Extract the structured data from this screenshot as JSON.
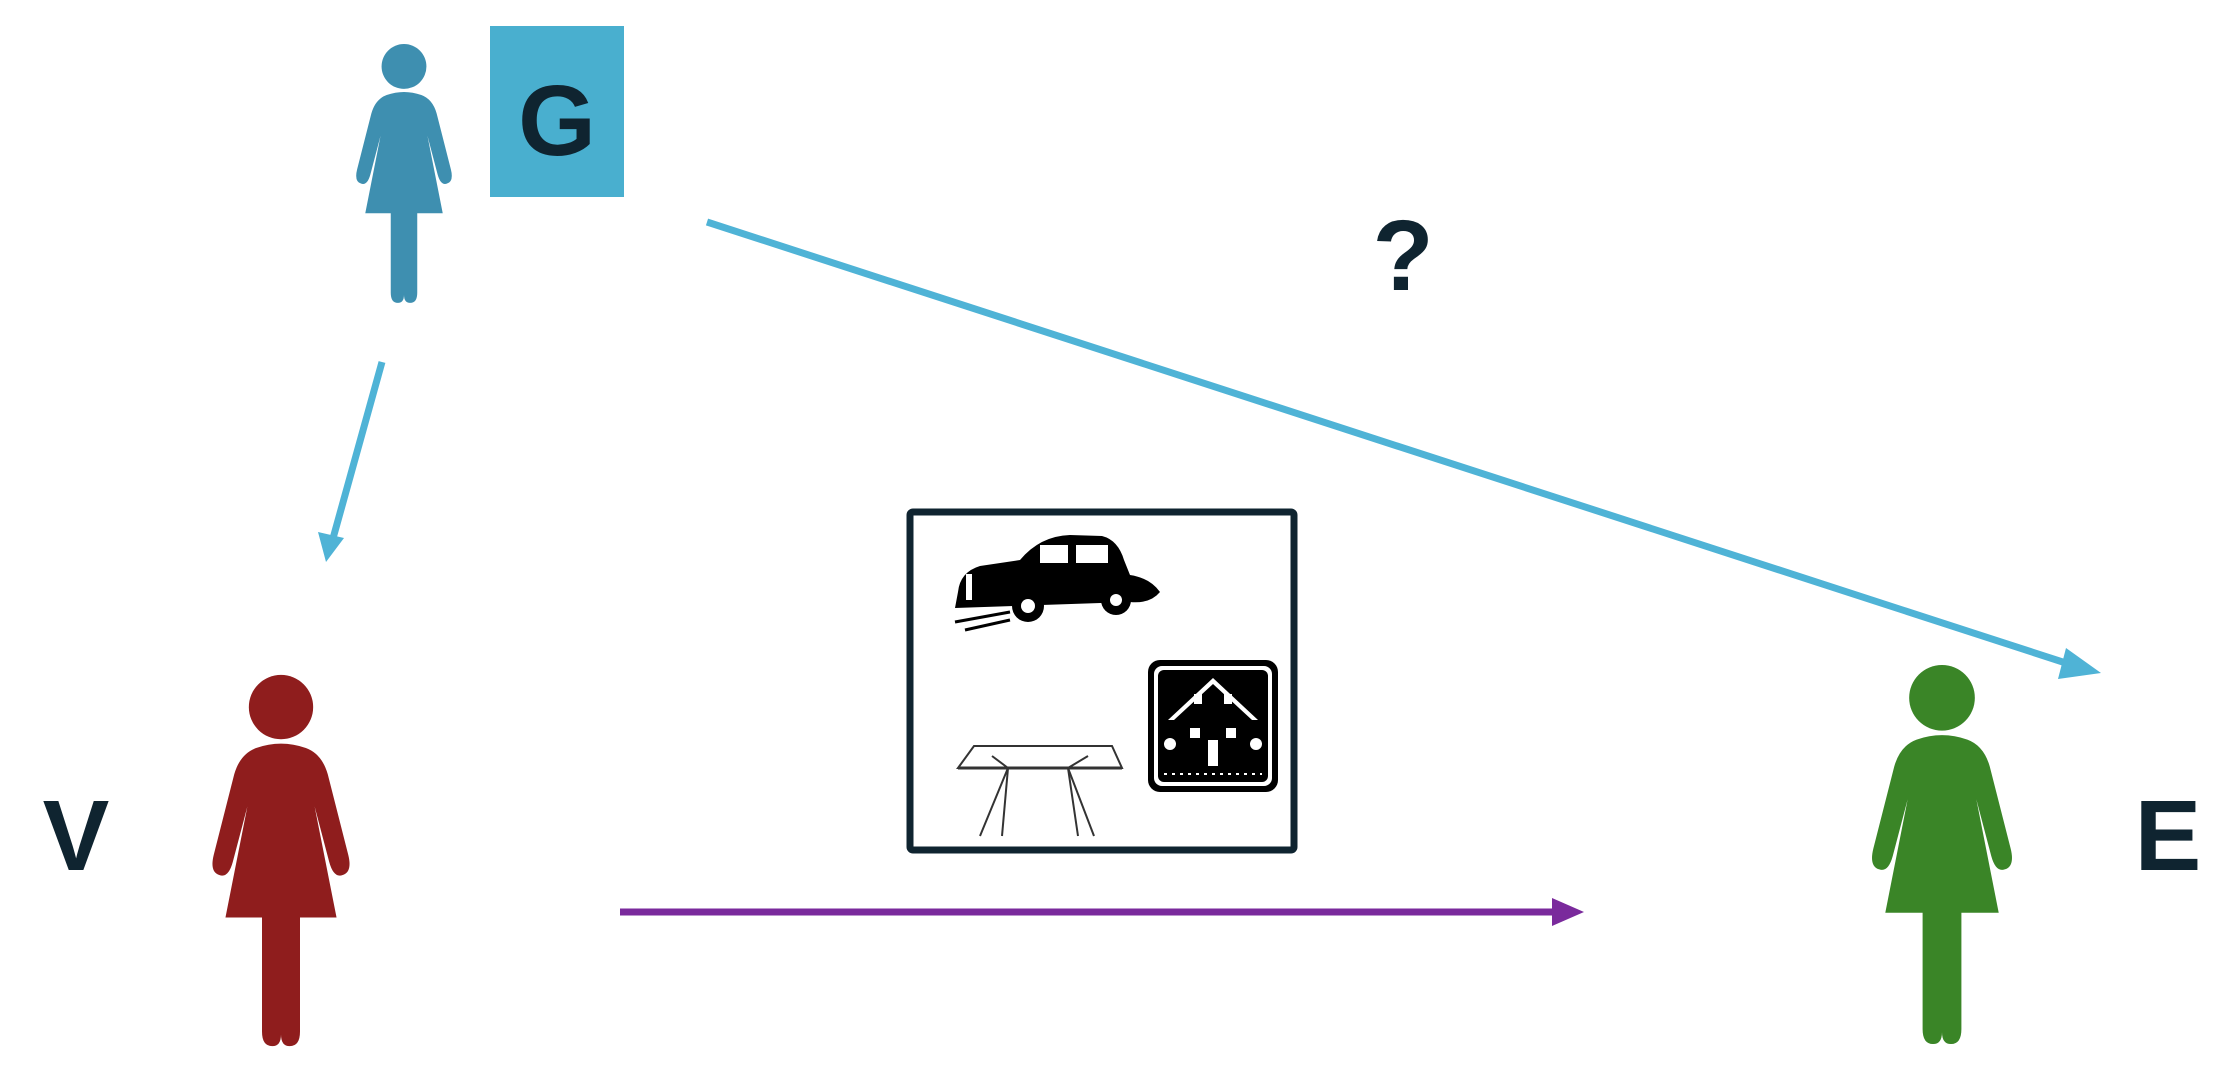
{
  "diagram": {
    "colors": {
      "background": "#ffffff",
      "grandparent": "#3e8fb0",
      "grandparent_badge": "#49afcf",
      "arrow_blue": "#4fb3d6",
      "victim": "#8f1d1d",
      "heir": "#3a8527",
      "arrow_purple": "#7a2a9c",
      "text_dark": "#0f2430",
      "badge_text": "#0f2430",
      "assets_frame": "#0f2430"
    },
    "labels": {
      "grandparent_badge": "G",
      "question": "?",
      "victim": "V",
      "heir": "E"
    },
    "figures": {
      "grandparent": {
        "icon": "person-icon"
      },
      "victim": {
        "icon": "person-icon"
      },
      "heir": {
        "icon": "person-icon"
      }
    },
    "assets": {
      "items": [
        "car-icon",
        "table-icon",
        "house-icon"
      ]
    },
    "arrows": [
      {
        "id": "grandparent-to-victim",
        "color": "arrow_blue"
      },
      {
        "id": "grandparent-to-heir",
        "color": "arrow_blue"
      },
      {
        "id": "victim-to-heir",
        "color": "arrow_purple"
      }
    ]
  }
}
